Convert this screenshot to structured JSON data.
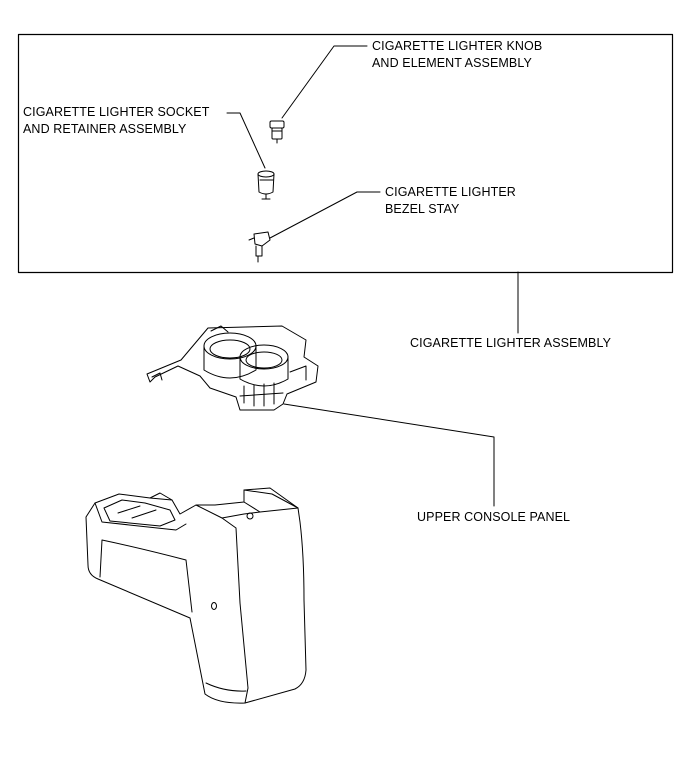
{
  "labels": {
    "knob": {
      "line1": "CIGARETTE LIGHTER KNOB",
      "line2": "AND ELEMENT ASSEMBLY"
    },
    "socket": {
      "line1": "CIGARETTE LIGHTER SOCKET",
      "line2": "AND RETAINER ASSEMBLY"
    },
    "bezel": {
      "line1": "CIGARETTE LIGHTER",
      "line2": "BEZEL STAY"
    },
    "assembly": "CIGARETTE LIGHTER ASSEMBLY",
    "panel": "UPPER CONSOLE PANEL"
  }
}
